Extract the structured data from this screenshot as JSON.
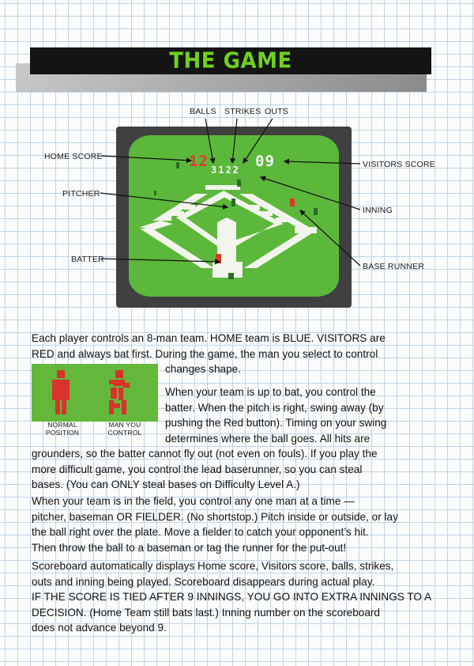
{
  "title": "THE GAME",
  "diagram": {
    "labels": {
      "balls": "BALLS",
      "strikes": "STRIKES",
      "outs": "OUTS",
      "home_score": "HOME SCORE",
      "visitors_score": "VISITORS SCORE",
      "pitcher": "PITCHER",
      "inning": "INNING",
      "batter": "BATTER",
      "base_runner": "BASE RUNNER"
    },
    "screen": {
      "home_score": "12",
      "visitors_score": "09",
      "count": "3122"
    },
    "colors": {
      "field_green": "#5cb83a",
      "infield_white": "#f2f5ec",
      "home_score_red": "#e03a2f",
      "visitors_score_white": "#f4f4f4",
      "tv_frame": "#404040"
    }
  },
  "figure": {
    "normal_position": [
      "NORMAL",
      "POSITION"
    ],
    "man_you_control": [
      "MAN YOU",
      "CONTROL"
    ]
  },
  "paragraphs": {
    "p1": [
      "Each player controls an 8-man team. HOME team is BLUE. VISITORS are",
      "RED and always bat first. During the game, the man you select to control",
      "changes shape."
    ],
    "p2": [
      "When your team is up to bat, you control the",
      "batter. When the pitch is right, swing away (by",
      "pushing the Red button). Timing on your swing",
      "determines where the ball goes. All hits are",
      "grounders, so the batter cannot fly out (not even on fouls). If you play the",
      "more difficult game, you control the lead baserunner, so you can steal",
      "bases. (You can ONLY steal bases on Difficulty Level A.)"
    ],
    "p3": [
      "When your team is in the field, you control any one man at a time —",
      "pitcher, baseman OR FIELDER. (No shortstop.) Pitch inside or outside, or lay",
      "the ball right over the plate. Move a fielder to catch your opponent’s hit.",
      "Then throw the ball to a baseman or tag the runner for the put-out!"
    ],
    "p4": [
      "Scoreboard automatically displays Home score, Visitors score, balls, strikes,",
      "outs and inning being played. Scoreboard disappears during actual play.",
      "IF THE SCORE IS TIED AFTER 9 INNINGS, YOU GO INTO EXTRA INNINGS TO A",
      "DECISION. (Home Team still bats last.) Inning number on the scoreboard",
      "does not advance beyond 9."
    ]
  }
}
